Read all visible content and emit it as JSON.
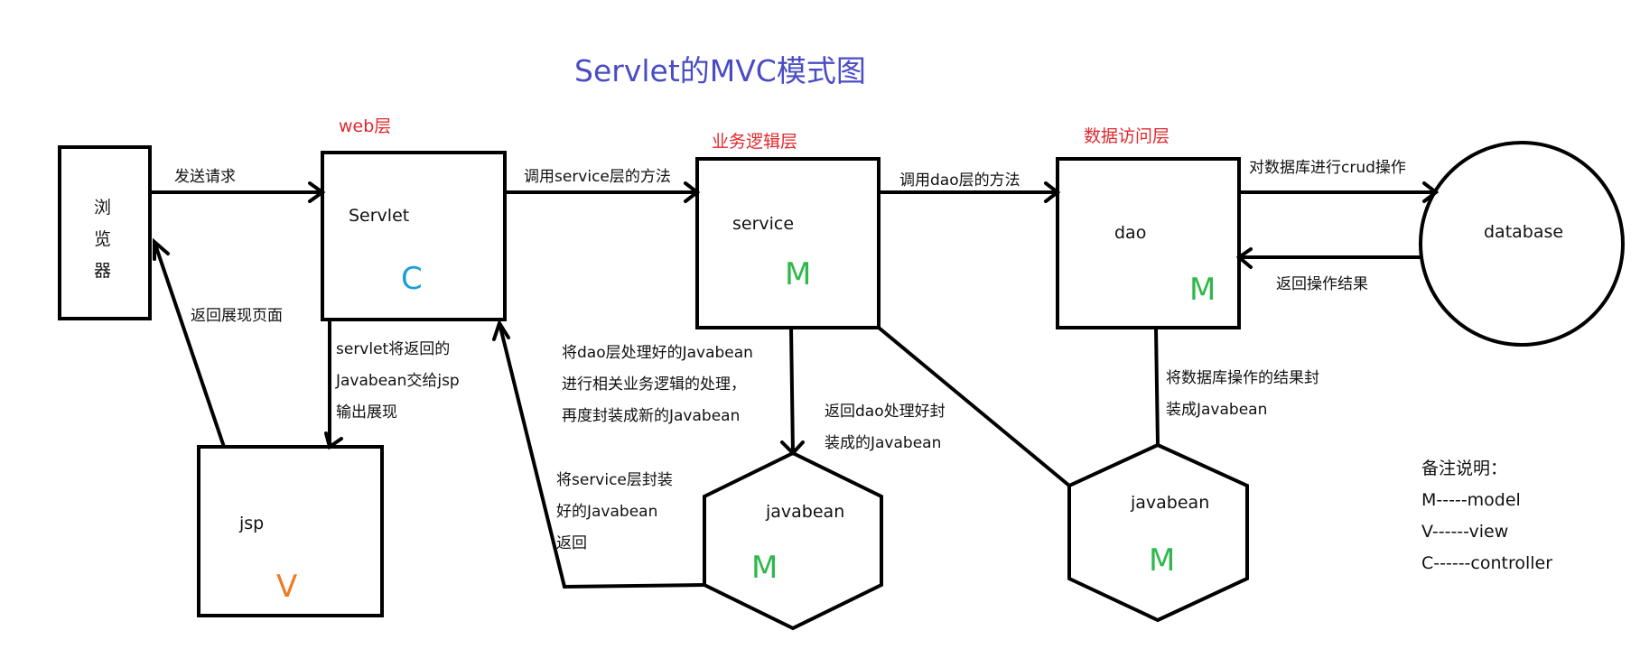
{
  "title": "Servlet的MVC模式图",
  "colors": {
    "title": "#4a4cc4",
    "layer": "#e0282e",
    "controller": "#1a9fd6",
    "model": "#2eb84a",
    "view": "#f07a22"
  },
  "layers": {
    "web": "web层",
    "business": "业务逻辑层",
    "data_access": "数据访问层"
  },
  "nodes": {
    "browser": {
      "lines": [
        "浏",
        "览",
        "器"
      ]
    },
    "servlet": {
      "label": "Servlet",
      "role": "C"
    },
    "jsp": {
      "label": "jsp",
      "role": "V"
    },
    "service": {
      "label": "service",
      "role": "M"
    },
    "dao": {
      "label": "dao",
      "role": "M"
    },
    "database": {
      "label": "database"
    },
    "javabean_service": {
      "label": "javabean",
      "role": "M"
    },
    "javabean_dao": {
      "label": "javabean",
      "role": "M"
    }
  },
  "edges": {
    "send_request": "发送请求",
    "return_page": "返回展现页面",
    "servlet_to_jsp": [
      "servlet将返回的",
      "Javabean交给jsp",
      "输出展现"
    ],
    "call_service": "调用service层的方法",
    "call_dao": "调用dao层的方法",
    "crud": "对数据库进行crud操作",
    "return_result": "返回操作结果",
    "service_process": [
      "将dao层处理好的Javabean",
      "进行相关业务逻辑的处理，",
      "再度封装成新的Javabean"
    ],
    "return_dao_bean": [
      "返回dao处理好封",
      "装成的Javabean"
    ],
    "service_return": [
      "将service层封装",
      "好的Javabean",
      "返回"
    ],
    "dao_wrap": [
      "将数据库操作的结果封",
      "装成Javabean"
    ]
  },
  "notes": {
    "title": "备注说明：",
    "items": [
      "M-----model",
      "V------view",
      "C------controller"
    ]
  }
}
